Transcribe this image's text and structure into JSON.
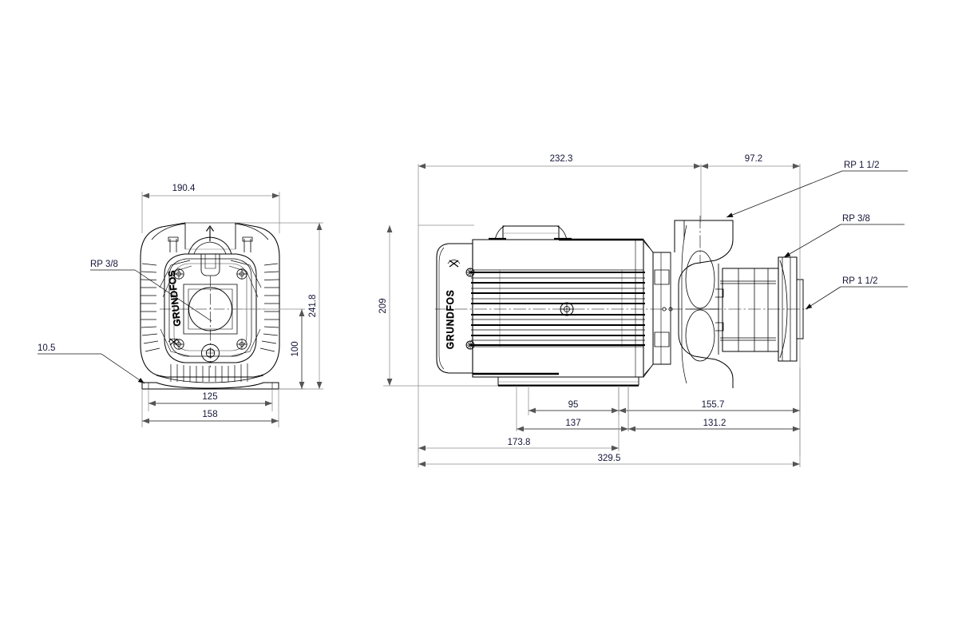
{
  "drawing": {
    "title": "Grundfos pump dimensional drawing",
    "units": "mm",
    "line_color": "#000000",
    "dimension_line_color": "#8c8c8c",
    "text_color": "#151538",
    "background": "#ffffff",
    "brand_text": "GRUNDFOS"
  },
  "front_view": {
    "name": "front-view",
    "dimensions": {
      "overall_width": "190.4",
      "overall_height": "241.8",
      "shaft_centre_height": "100",
      "foot_hole_spacing": "125",
      "base_width": "158",
      "foot_thickness": "10.5"
    },
    "callouts": {
      "priming_port": "RP 3/8"
    }
  },
  "side_view": {
    "name": "side-view",
    "dimensions": {
      "motor_length": "232.3",
      "pump_head_length": "97.2",
      "overall_height": "209",
      "foot_front_to_rear": "95",
      "foot_offset_a": "137",
      "foot_offset_b": "173.8",
      "discharge_to_end": "155.7",
      "suction_to_end": "131.2",
      "overall_length": "329.5"
    },
    "callouts": {
      "discharge_port": "RP 1 1/2",
      "drain_port": "RP 3/8",
      "suction_port": "RP 1 1/2"
    }
  },
  "labels": [
    {
      "id": "fv-190-4",
      "text": "190.4"
    },
    {
      "id": "fv-241-8",
      "text": "241.8"
    },
    {
      "id": "fv-100",
      "text": "100"
    },
    {
      "id": "fv-125",
      "text": "125"
    },
    {
      "id": "fv-158",
      "text": "158"
    },
    {
      "id": "fv-10-5",
      "text": "10.5"
    },
    {
      "id": "fv-rp38",
      "text": "RP 3/8"
    },
    {
      "id": "sv-232-3",
      "text": "232.3"
    },
    {
      "id": "sv-97-2",
      "text": "97.2"
    },
    {
      "id": "sv-209",
      "text": "209"
    },
    {
      "id": "sv-95",
      "text": "95"
    },
    {
      "id": "sv-137",
      "text": "137"
    },
    {
      "id": "sv-173-8",
      "text": "173.8"
    },
    {
      "id": "sv-155-7",
      "text": "155.7"
    },
    {
      "id": "sv-131-2",
      "text": "131.2"
    },
    {
      "id": "sv-329-5",
      "text": "329.5"
    },
    {
      "id": "sv-rp112-top",
      "text": "RP 1 1/2"
    },
    {
      "id": "sv-rp38",
      "text": "RP 3/8"
    },
    {
      "id": "sv-rp112-bot",
      "text": "RP 1 1/2"
    }
  ]
}
